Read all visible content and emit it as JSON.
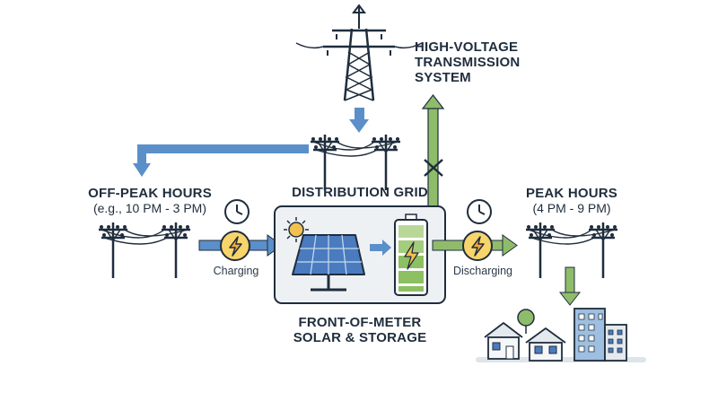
{
  "labels": {
    "transmission": [
      "HIGH-VOLTAGE",
      "TRANSMISSION",
      "SYSTEM"
    ],
    "distribution": "DISTRIBUTION GRID",
    "offpeak_title": "OFF-PEAK HOURS",
    "offpeak_time": "(e.g., 10 PM - 3 PM)",
    "peak_title": "PEAK HOURS",
    "peak_time": "(4 PM - 9 PM)",
    "charging": "Charging",
    "discharging": "Discharging",
    "plant": [
      "FRONT-OF-METER",
      "SOLAR & STORAGE"
    ]
  },
  "colors": {
    "outline": "#1f2d3d",
    "blue_arrow": "#5b8fc9",
    "green_arrow": "#8fbc6b",
    "panel": "#4a7bbf",
    "battery": "#8cc063",
    "sun": "#f2c14e",
    "box_fill": "#eef1f4"
  }
}
